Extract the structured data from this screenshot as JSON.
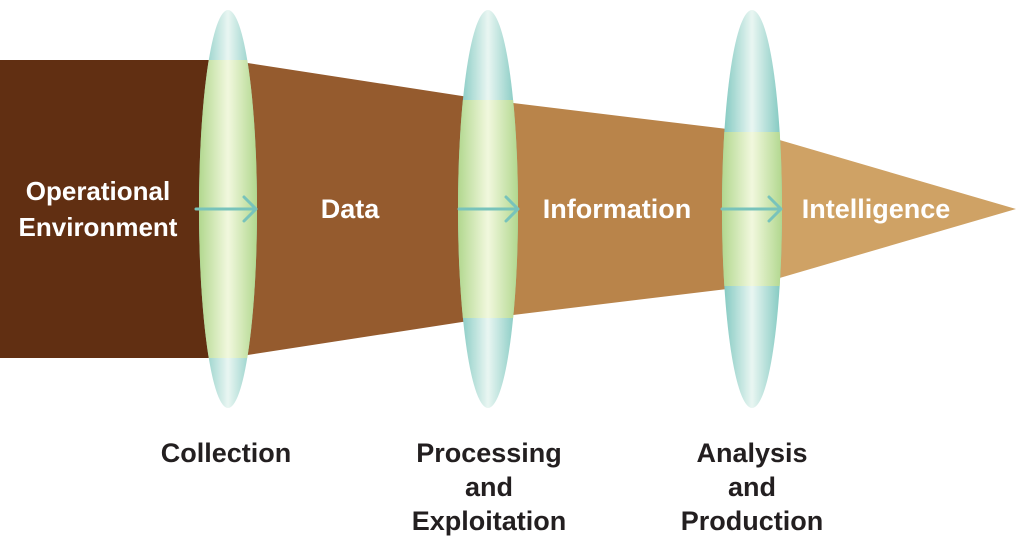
{
  "bands": [
    {
      "id": "operational-environment",
      "lines": [
        "Operational",
        "Environment"
      ]
    },
    {
      "id": "data",
      "lines": [
        "Data"
      ]
    },
    {
      "id": "information",
      "lines": [
        "Information"
      ]
    },
    {
      "id": "intelligence",
      "lines": [
        "Intelligence"
      ]
    }
  ],
  "stages": [
    {
      "id": "collection",
      "lines": [
        "Collection"
      ]
    },
    {
      "id": "processing-exploitation",
      "lines": [
        "Processing",
        "and",
        "Exploitation"
      ]
    },
    {
      "id": "analysis-production",
      "lines": [
        "Analysis",
        "and",
        "Production"
      ]
    }
  ],
  "colors": {
    "operational_environment": "#612f12",
    "data": "#955b2e",
    "information": "#b9844a",
    "intelligence": "#cfa265",
    "lens_outer": "#88cfc8",
    "lens_highlight": "#e8f4c8",
    "arrow": "#78c3bb",
    "stage_text": "#231f20",
    "band_text": "#ffffff"
  }
}
